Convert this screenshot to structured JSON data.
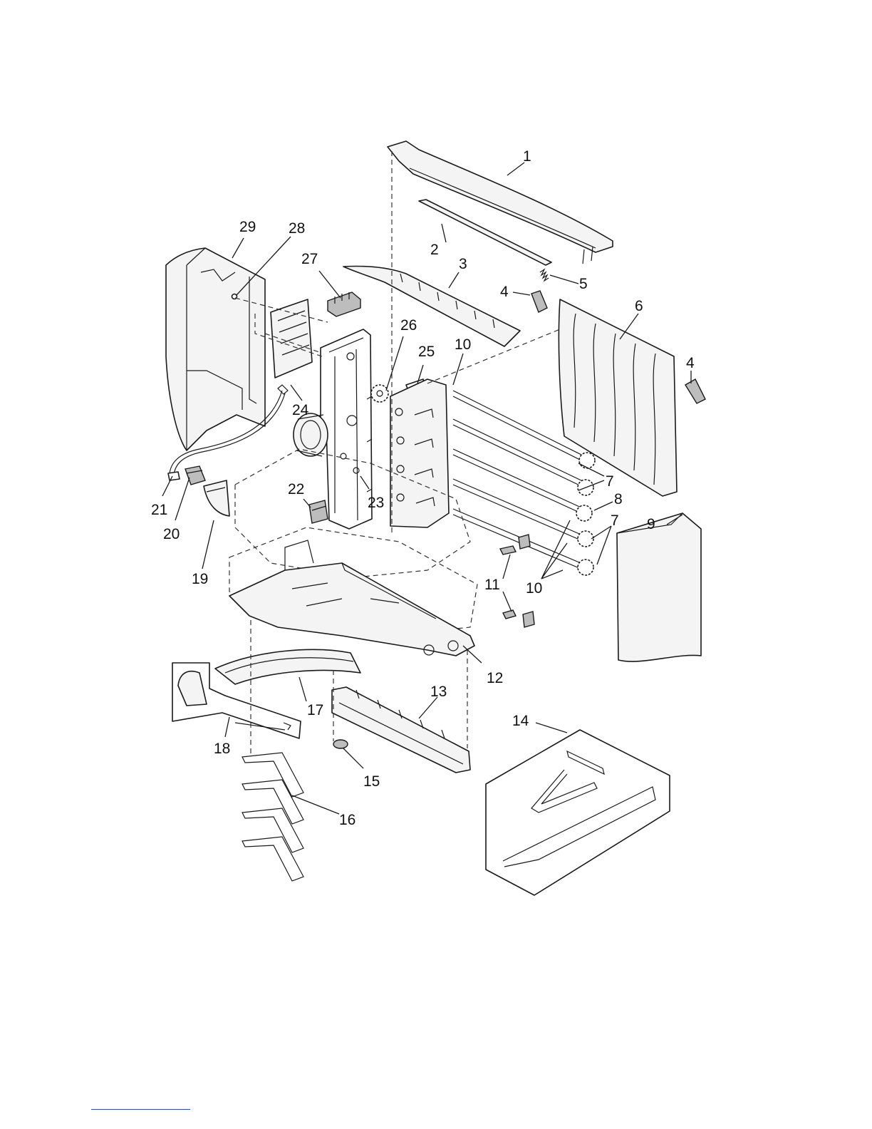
{
  "figure": {
    "callouts": [
      {
        "id": "c1",
        "label": "1"
      },
      {
        "id": "c2",
        "label": "2"
      },
      {
        "id": "c3",
        "label": "3"
      },
      {
        "id": "c4a",
        "label": "4"
      },
      {
        "id": "c4b",
        "label": "4"
      },
      {
        "id": "c5",
        "label": "5"
      },
      {
        "id": "c6",
        "label": "6"
      },
      {
        "id": "c7a",
        "label": "7"
      },
      {
        "id": "c7b",
        "label": "7"
      },
      {
        "id": "c8",
        "label": "8"
      },
      {
        "id": "c9",
        "label": "9"
      },
      {
        "id": "c10a",
        "label": "10"
      },
      {
        "id": "c10b",
        "label": "10"
      },
      {
        "id": "c11",
        "label": "11"
      },
      {
        "id": "c12",
        "label": "12"
      },
      {
        "id": "c13",
        "label": "13"
      },
      {
        "id": "c14",
        "label": "14"
      },
      {
        "id": "c15",
        "label": "15"
      },
      {
        "id": "c16",
        "label": "16"
      },
      {
        "id": "c17",
        "label": "17"
      },
      {
        "id": "c18",
        "label": "18"
      },
      {
        "id": "c19",
        "label": "19"
      },
      {
        "id": "c20",
        "label": "20"
      },
      {
        "id": "c21",
        "label": "21"
      },
      {
        "id": "c22",
        "label": "22"
      },
      {
        "id": "c23",
        "label": "23"
      },
      {
        "id": "c24",
        "label": "24"
      },
      {
        "id": "c25",
        "label": "25"
      },
      {
        "id": "c26",
        "label": "26"
      },
      {
        "id": "c27",
        "label": "27"
      },
      {
        "id": "c28",
        "label": "28"
      },
      {
        "id": "c29",
        "label": "29"
      }
    ]
  },
  "colors": {
    "line": "#1a1a1a",
    "fill": "#f4f4f4",
    "shade": "#bdbdbd",
    "footer_link": "#2b4fb3"
  }
}
